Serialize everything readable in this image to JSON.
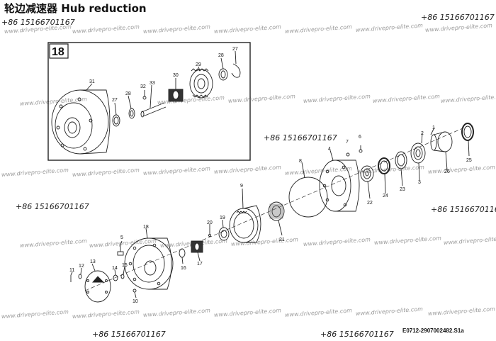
{
  "title": "轮边减速器  Hub reduction",
  "inset_label": "18",
  "drawing_code": "E0712-2907002482.S1a",
  "phone": "+86 15166701167",
  "watermark": "www.drivepro-elite.com",
  "callouts": [
    "1",
    "2",
    "3",
    "4",
    "5",
    "6",
    "7",
    "8",
    "9",
    "10",
    "11",
    "12",
    "13",
    "14",
    "15",
    "16",
    "17",
    "18",
    "19",
    "20",
    "21",
    "22",
    "23",
    "24",
    "25",
    "26",
    "27",
    "28",
    "29",
    "30",
    "31",
    "32",
    "33"
  ]
}
